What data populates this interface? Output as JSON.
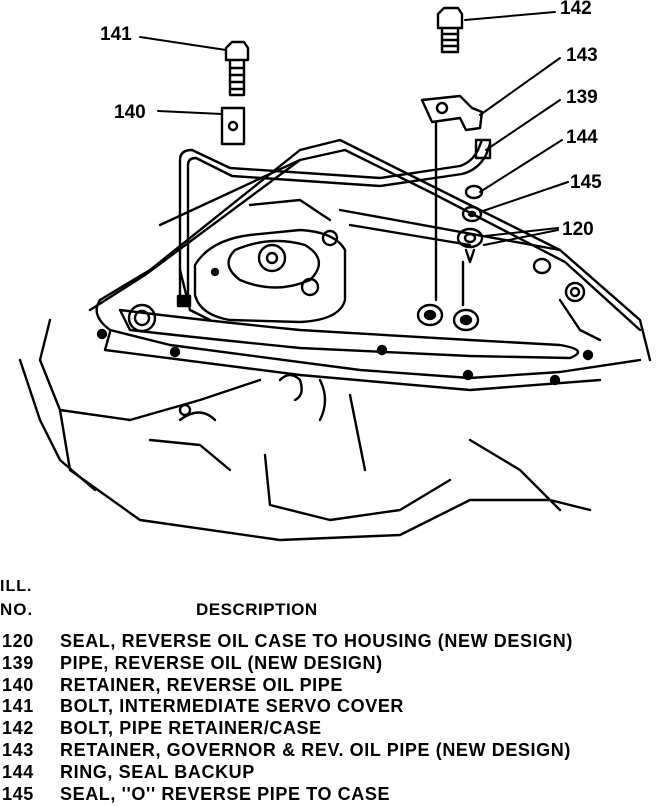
{
  "callouts": {
    "c142": "142",
    "c141": "141",
    "c143": "143",
    "c139": "139",
    "c140": "140",
    "c144": "144",
    "c145": "145",
    "c120": "120"
  },
  "legend": {
    "header_ill": "ILL.",
    "header_no": "NO.",
    "header_description": "DESCRIPTION",
    "rows": [
      {
        "no": "120",
        "desc": "SEAL, REVERSE OIL CASE TO HOUSING (NEW DESIGN)"
      },
      {
        "no": "139",
        "desc": "PIPE, REVERSE OIL (NEW DESIGN)"
      },
      {
        "no": "140",
        "desc": "RETAINER, REVERSE OIL PIPE"
      },
      {
        "no": "141",
        "desc": "BOLT, INTERMEDIATE SERVO COVER"
      },
      {
        "no": "142",
        "desc": "BOLT, PIPE RETAINER/CASE"
      },
      {
        "no": "143",
        "desc": "RETAINER, GOVERNOR & REV. OIL PIPE (NEW DESIGN)"
      },
      {
        "no": "144",
        "desc": "RING, SEAL BACKUP"
      },
      {
        "no": "145",
        "desc": "SEAL, ''O'' REVERSE PIPE TO CASE"
      }
    ]
  }
}
